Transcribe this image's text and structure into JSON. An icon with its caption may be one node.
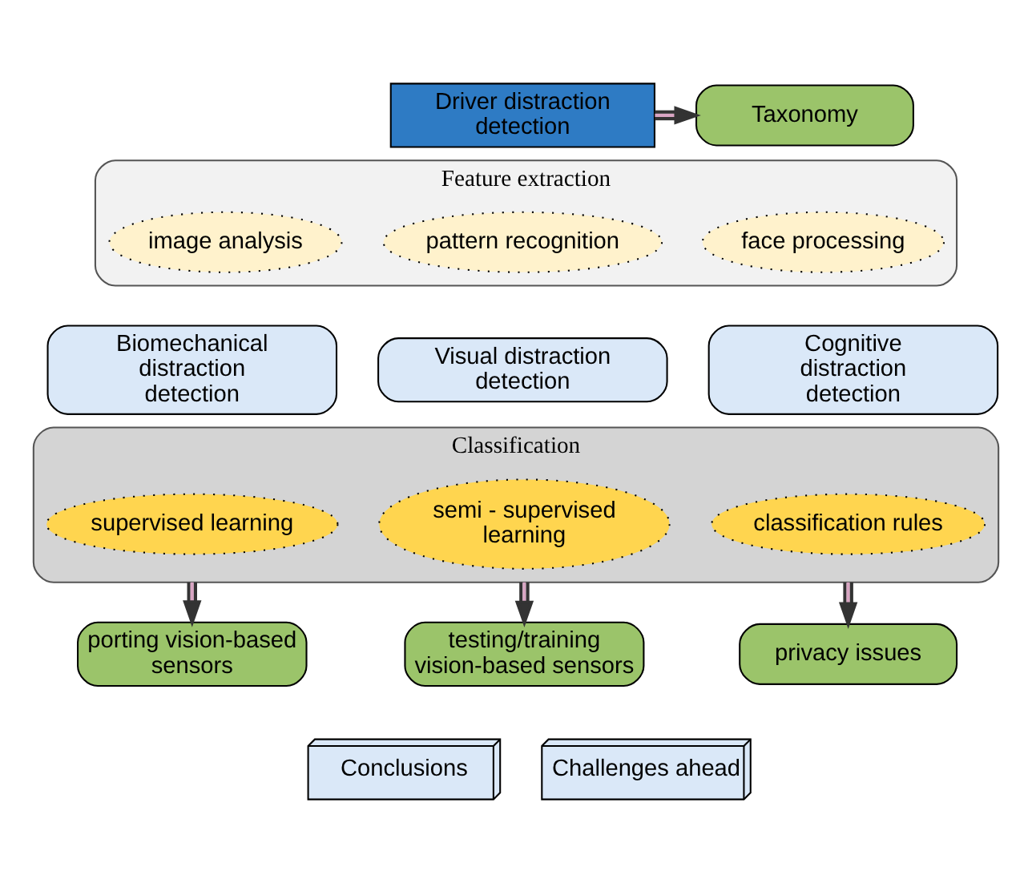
{
  "diagram": {
    "nodes": [
      {
        "text": [
          "Driver distraction detection"
        ]
      },
      {
        "text": [
          "Taxonomy"
        ]
      },
      {
        "text": [
          "Feature extraction"
        ]
      },
      {
        "text": [
          "image analysis"
        ],
        "in": 2
      },
      {
        "text": [
          "pattern recognition"
        ],
        "in": 2
      },
      {
        "text": [
          "face processing"
        ],
        "in": 2
      },
      {
        "text": [
          "Biomechanical distraction detection"
        ]
      },
      {
        "text": [
          "Visual distraction detection"
        ]
      },
      {
        "text": [
          "Cognitive distraction detection"
        ]
      },
      {
        "text": [
          "Classification"
        ]
      },
      {
        "text": [
          "supervised learning"
        ],
        "in": 9
      },
      {
        "text": [
          "semi - supervised learning"
        ],
        "in": 9
      },
      {
        "text": [
          "classification rules"
        ],
        "in": 9
      },
      {
        "text": [
          "porting vision-based sensors"
        ]
      },
      {
        "text": [
          "testing/training vision-based sensors"
        ]
      },
      {
        "text": [
          "privacy issues"
        ]
      },
      {
        "text": [
          "Conclusions"
        ]
      },
      {
        "text": [
          "Challenges ahead"
        ]
      }
    ],
    "edges": [
      {
        "from": 0,
        "to": 1,
        "arrow": "to"
      },
      {
        "from": 9,
        "to": 13,
        "arrow": "to"
      },
      {
        "from": 9,
        "to": 14,
        "arrow": "to"
      },
      {
        "from": 9,
        "to": 15,
        "arrow": "to"
      }
    ]
  }
}
